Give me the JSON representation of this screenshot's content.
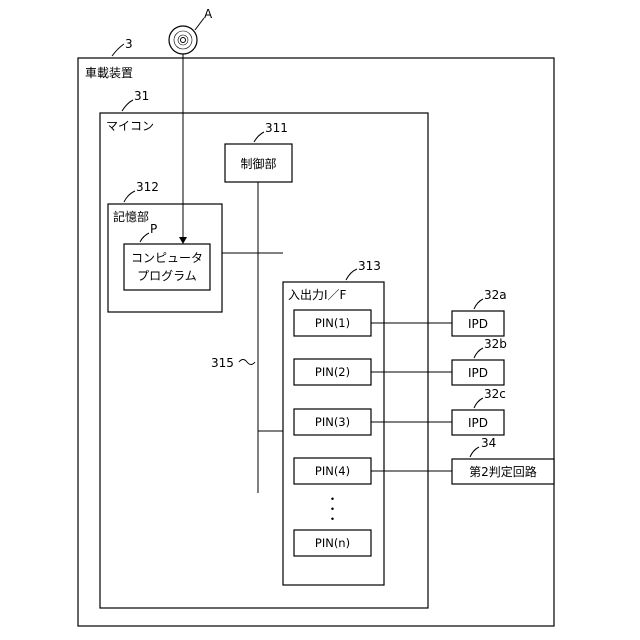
{
  "disc_label": "A",
  "device": {
    "ref": "3",
    "label": "車載装置"
  },
  "micon": {
    "ref": "31",
    "label": "マイコン"
  },
  "control": {
    "ref": "311",
    "label": "制御部"
  },
  "storage": {
    "ref": "312",
    "label": "記憶部"
  },
  "program": {
    "ref": "P",
    "line1": "コンピュータ",
    "line2": "プログラム"
  },
  "io": {
    "ref": "313",
    "label": "入出力I／F"
  },
  "bus": {
    "ref": "315"
  },
  "pins": [
    "PIN(1)",
    "PIN(2)",
    "PIN(3)",
    "PIN(4)",
    "PIN(n)"
  ],
  "ellipsis": "・\n・\n・",
  "ipds": [
    {
      "ref": "32a",
      "label": "IPD"
    },
    {
      "ref": "32b",
      "label": "IPD"
    },
    {
      "ref": "32c",
      "label": "IPD"
    }
  ],
  "judge": {
    "ref": "34",
    "label": "第2判定回路"
  }
}
